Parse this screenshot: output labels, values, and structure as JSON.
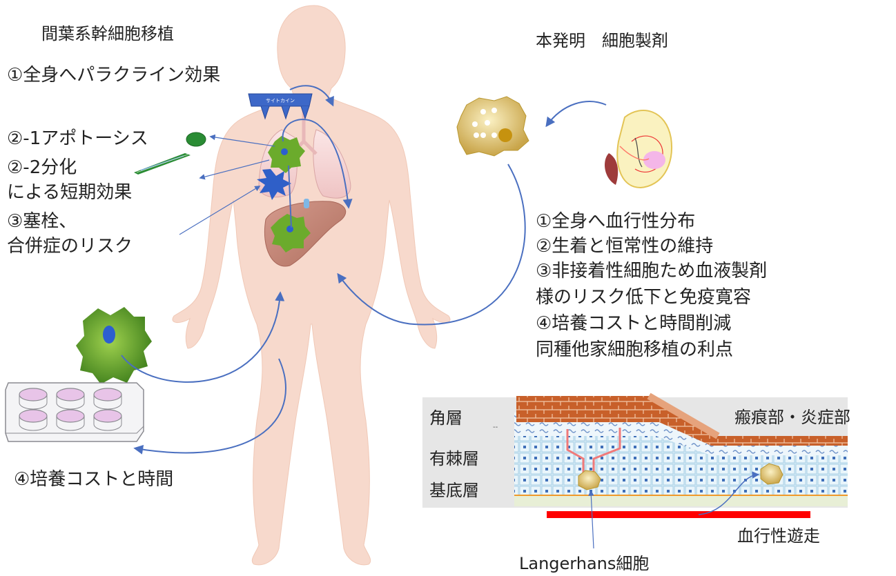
{
  "left": {
    "title": "間葉系幹細胞移植",
    "items": [
      "①全身へパラクライン効果",
      "②-1アポトーシス",
      "②-2分化",
      "による短期効果",
      "③塞栓、",
      "合併症のリスク"
    ],
    "culture_note": "④培養コストと時間",
    "cytokine_label": "サイトカイン"
  },
  "right": {
    "title": "本発明　細胞製剤",
    "items": [
      "①全身へ血行性分布",
      "②生着と恒常性の維持",
      "③非接着性細胞ため血液製剤",
      "様のリスク低下と免疫寛容",
      "④培養コストと時間削減",
      "同種他家細胞移植の利点"
    ]
  },
  "skin": {
    "layers": [
      "角層",
      "有棘層",
      "基底層"
    ],
    "scar_label": "瘢痕部・炎症部",
    "migration_label": "血行性遊走",
    "cell_label": "Langerhans細胞",
    "dashes": "--"
  },
  "colors": {
    "skin_tone": "#f7d9cc",
    "arrow_blue": "#4a6fc0",
    "msc_green": "#5f9c2e",
    "nucleus_blue": "#2c5fd0",
    "product_cell": "#e7cf83",
    "brick": "#c8602a",
    "vessel_red": "#ff0000"
  }
}
